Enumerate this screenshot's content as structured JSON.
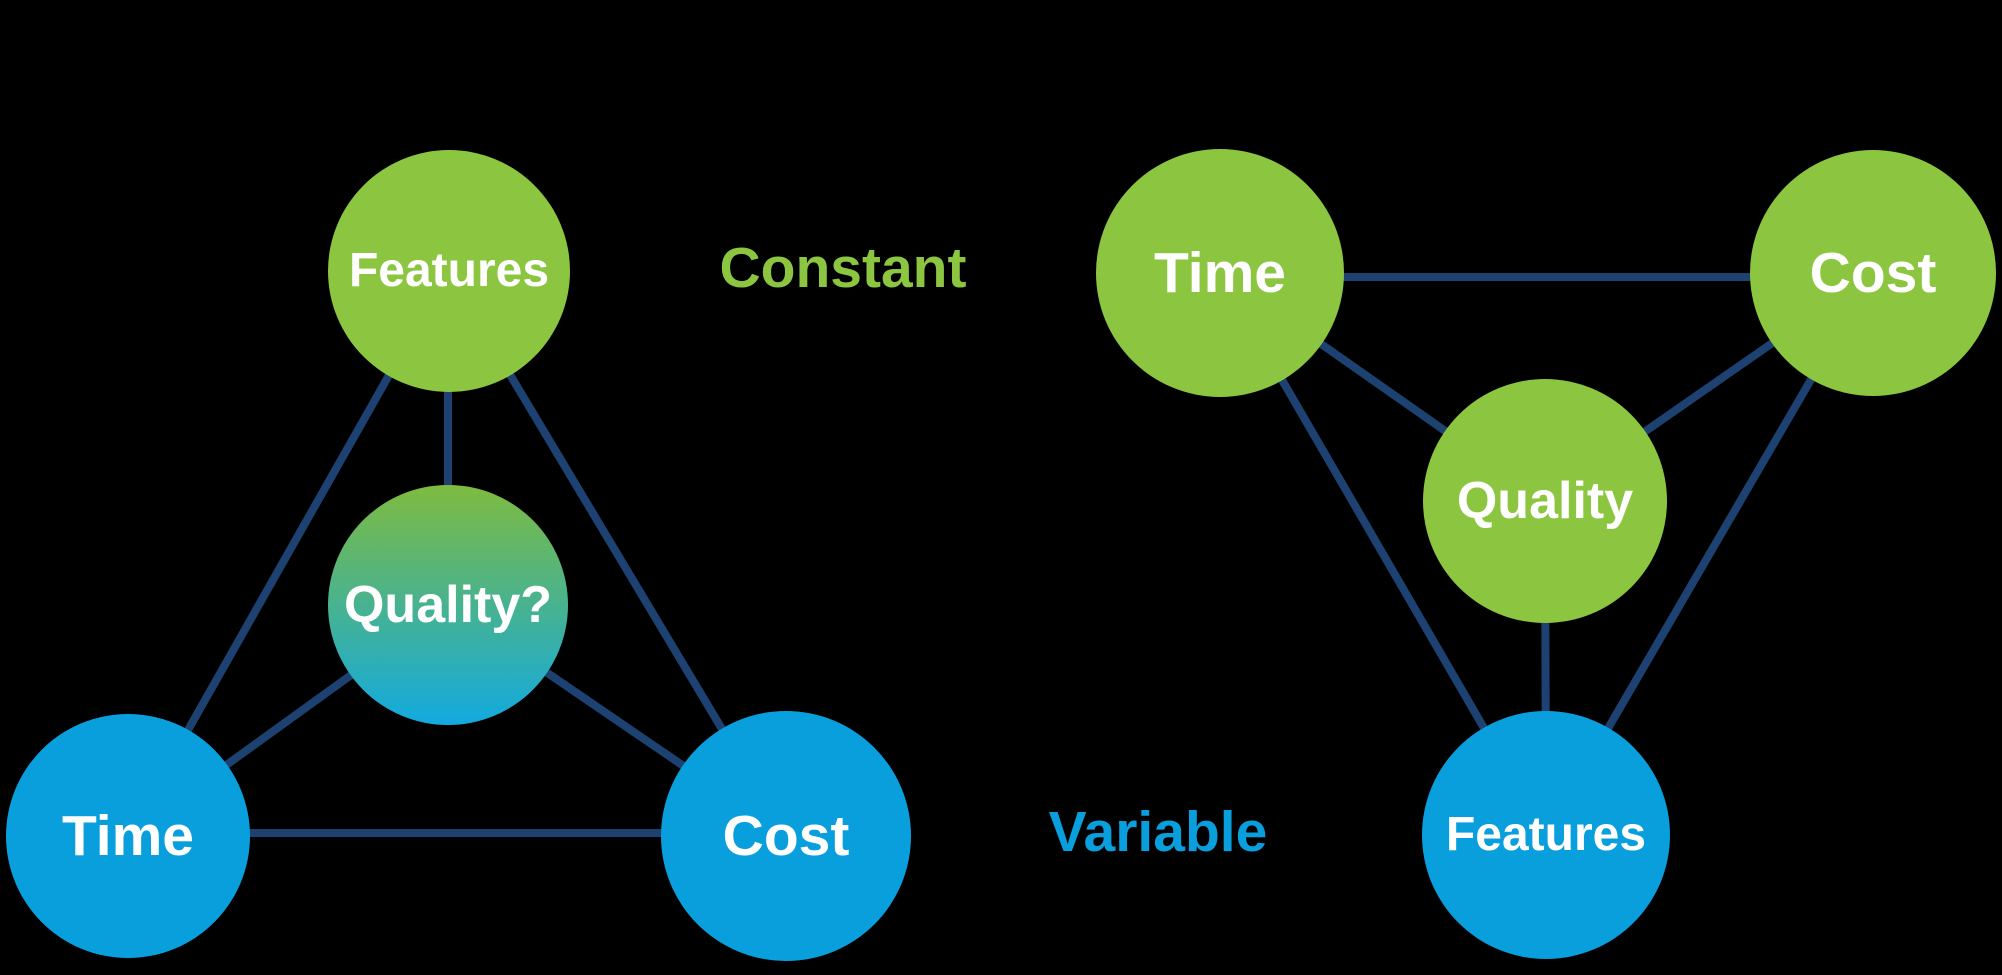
{
  "colors": {
    "background": "#000000",
    "green": "#8CC540",
    "blue": "#099FDD",
    "edge": "#1D4272",
    "gradient_top": "#7EBB40",
    "gradient_bottom": "#12AADF",
    "label_text": "#FFFFFF"
  },
  "legend": {
    "constant": {
      "label": "Constant",
      "color": "#8CC540"
    },
    "variable": {
      "label": "Variable",
      "color": "#099FDD"
    }
  },
  "left_diagram": {
    "nodes": [
      {
        "id": "features",
        "label": "Features",
        "fill": "green"
      },
      {
        "id": "quality",
        "label": "Quality?",
        "fill": "gradient-green-to-blue"
      },
      {
        "id": "time",
        "label": "Time",
        "fill": "blue"
      },
      {
        "id": "cost",
        "label": "Cost",
        "fill": "blue"
      }
    ],
    "edges": [
      [
        "features",
        "time"
      ],
      [
        "features",
        "cost"
      ],
      [
        "features",
        "quality"
      ],
      [
        "quality",
        "time"
      ],
      [
        "quality",
        "cost"
      ],
      [
        "time",
        "cost"
      ]
    ]
  },
  "right_diagram": {
    "nodes": [
      {
        "id": "time",
        "label": "Time",
        "fill": "green"
      },
      {
        "id": "cost",
        "label": "Cost",
        "fill": "green"
      },
      {
        "id": "quality",
        "label": "Quality",
        "fill": "green"
      },
      {
        "id": "features",
        "label": "Features",
        "fill": "blue"
      }
    ],
    "edges": [
      [
        "time",
        "cost"
      ],
      [
        "time",
        "quality"
      ],
      [
        "time",
        "features"
      ],
      [
        "cost",
        "quality"
      ],
      [
        "cost",
        "features"
      ],
      [
        "quality",
        "features"
      ]
    ]
  }
}
